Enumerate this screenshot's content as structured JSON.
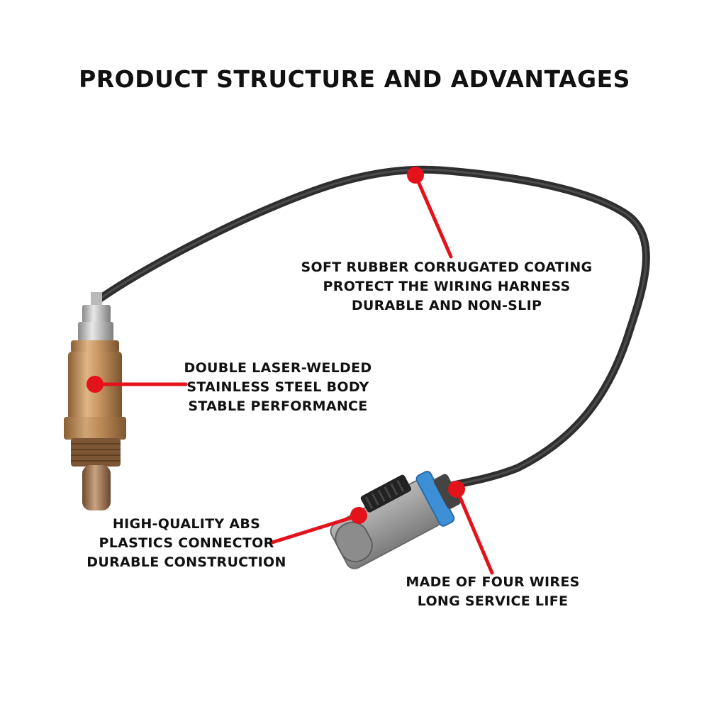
{
  "title": "PRODUCT STRUCTURE AND ADVANTAGES",
  "callouts": {
    "coating": {
      "lines": [
        "SOFT RUBBER CORRUGATED COATING",
        "PROTECT THE WIRING HARNESS",
        "DURABLE AND NON-SLIP"
      ]
    },
    "body": {
      "lines": [
        "DOUBLE LASER-WELDED",
        "STAINLESS STEEL BODY",
        "STABLE PERFORMANCE"
      ]
    },
    "connector": {
      "lines": [
        "HIGH-QUALITY ABS",
        "PLASTICS CONNECTOR",
        "DURABLE CONSTRUCTION"
      ]
    },
    "wires": {
      "lines": [
        "MADE OF FOUR WIRES",
        "LONG SERVICE LIFE"
      ]
    }
  },
  "colors": {
    "accent": "#e3121b",
    "wire": "#3a3a3a",
    "brass": "#c89a63",
    "connector": "#9a9a9a",
    "clip_blue": "#3d8fd6"
  }
}
